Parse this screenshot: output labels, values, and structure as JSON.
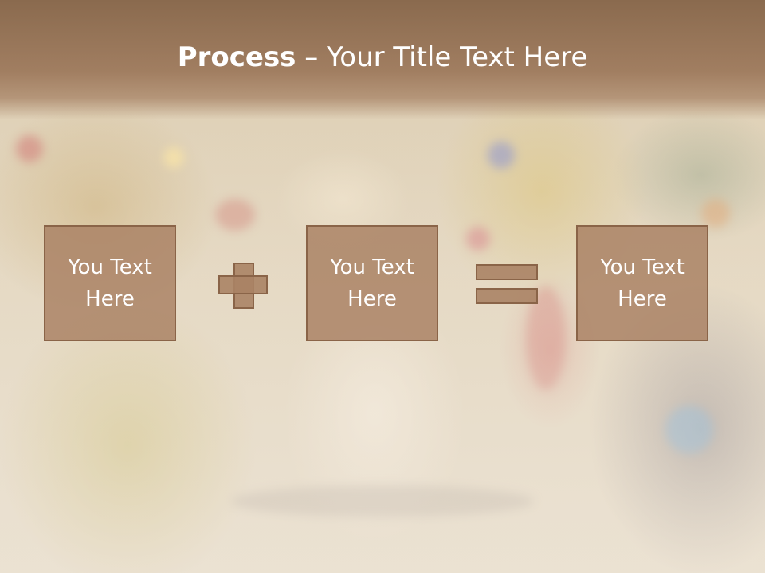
{
  "slide": {
    "title_bold": "Process",
    "title_rest": " – Your Title Text Here",
    "boxes": [
      {
        "text": "You Text Here"
      },
      {
        "text": "You Text Here"
      },
      {
        "text": "You Text Here"
      }
    ],
    "operators": [
      "plus-icon",
      "equals-icon"
    ],
    "colors": {
      "header": "#a17e61",
      "box_fill": "#aa8365",
      "box_border": "#8a6448",
      "text": "#ffffff"
    }
  }
}
